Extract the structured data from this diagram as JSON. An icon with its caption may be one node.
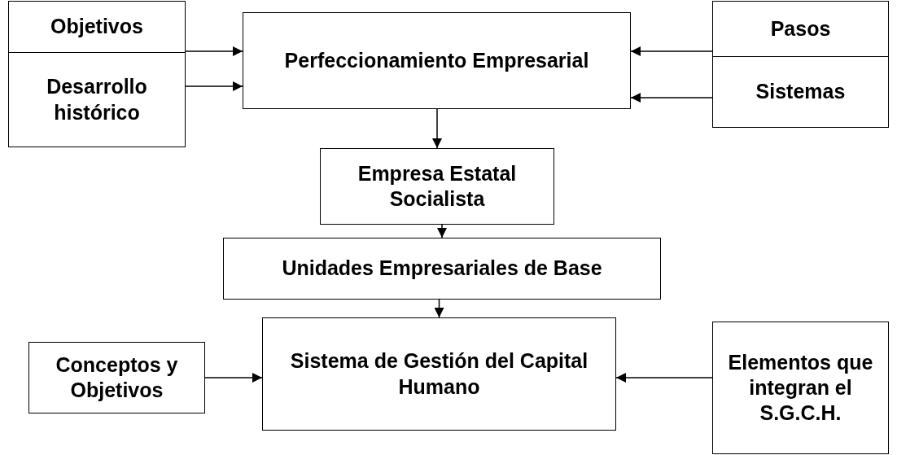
{
  "diagram": {
    "nodes": [
      {
        "text": [
          "Objetivos"
        ]
      },
      {
        "text": [
          "Desarrollo histórico"
        ]
      },
      {
        "text": [
          "Perfeccionamiento Empresarial"
        ]
      },
      {
        "text": [
          "Pasos"
        ]
      },
      {
        "text": [
          "Sistemas"
        ]
      },
      {
        "text": [
          "Empresa Estatal Socialista"
        ]
      },
      {
        "text": [
          "Unidades Empresariales de Base"
        ]
      },
      {
        "text": [
          "Conceptos y Objetivos"
        ]
      },
      {
        "text": [
          "Sistema de Gestión del Capital Humano"
        ]
      },
      {
        "text": [
          "Elementos que integran el S.G.C.H."
        ]
      }
    ],
    "edges": [
      {
        "from": 0,
        "to": 2,
        "arrow": "to"
      },
      {
        "from": 1,
        "to": 2,
        "arrow": "to"
      },
      {
        "from": 3,
        "to": 2,
        "arrow": "to"
      },
      {
        "from": 4,
        "to": 2,
        "arrow": "to"
      },
      {
        "from": 2,
        "to": 5,
        "arrow": "to"
      },
      {
        "from": 5,
        "to": 6,
        "arrow": "to"
      },
      {
        "from": 6,
        "to": 8,
        "arrow": "to"
      },
      {
        "from": 7,
        "to": 8,
        "arrow": "to"
      },
      {
        "from": 9,
        "to": 8,
        "arrow": "to"
      }
    ]
  }
}
